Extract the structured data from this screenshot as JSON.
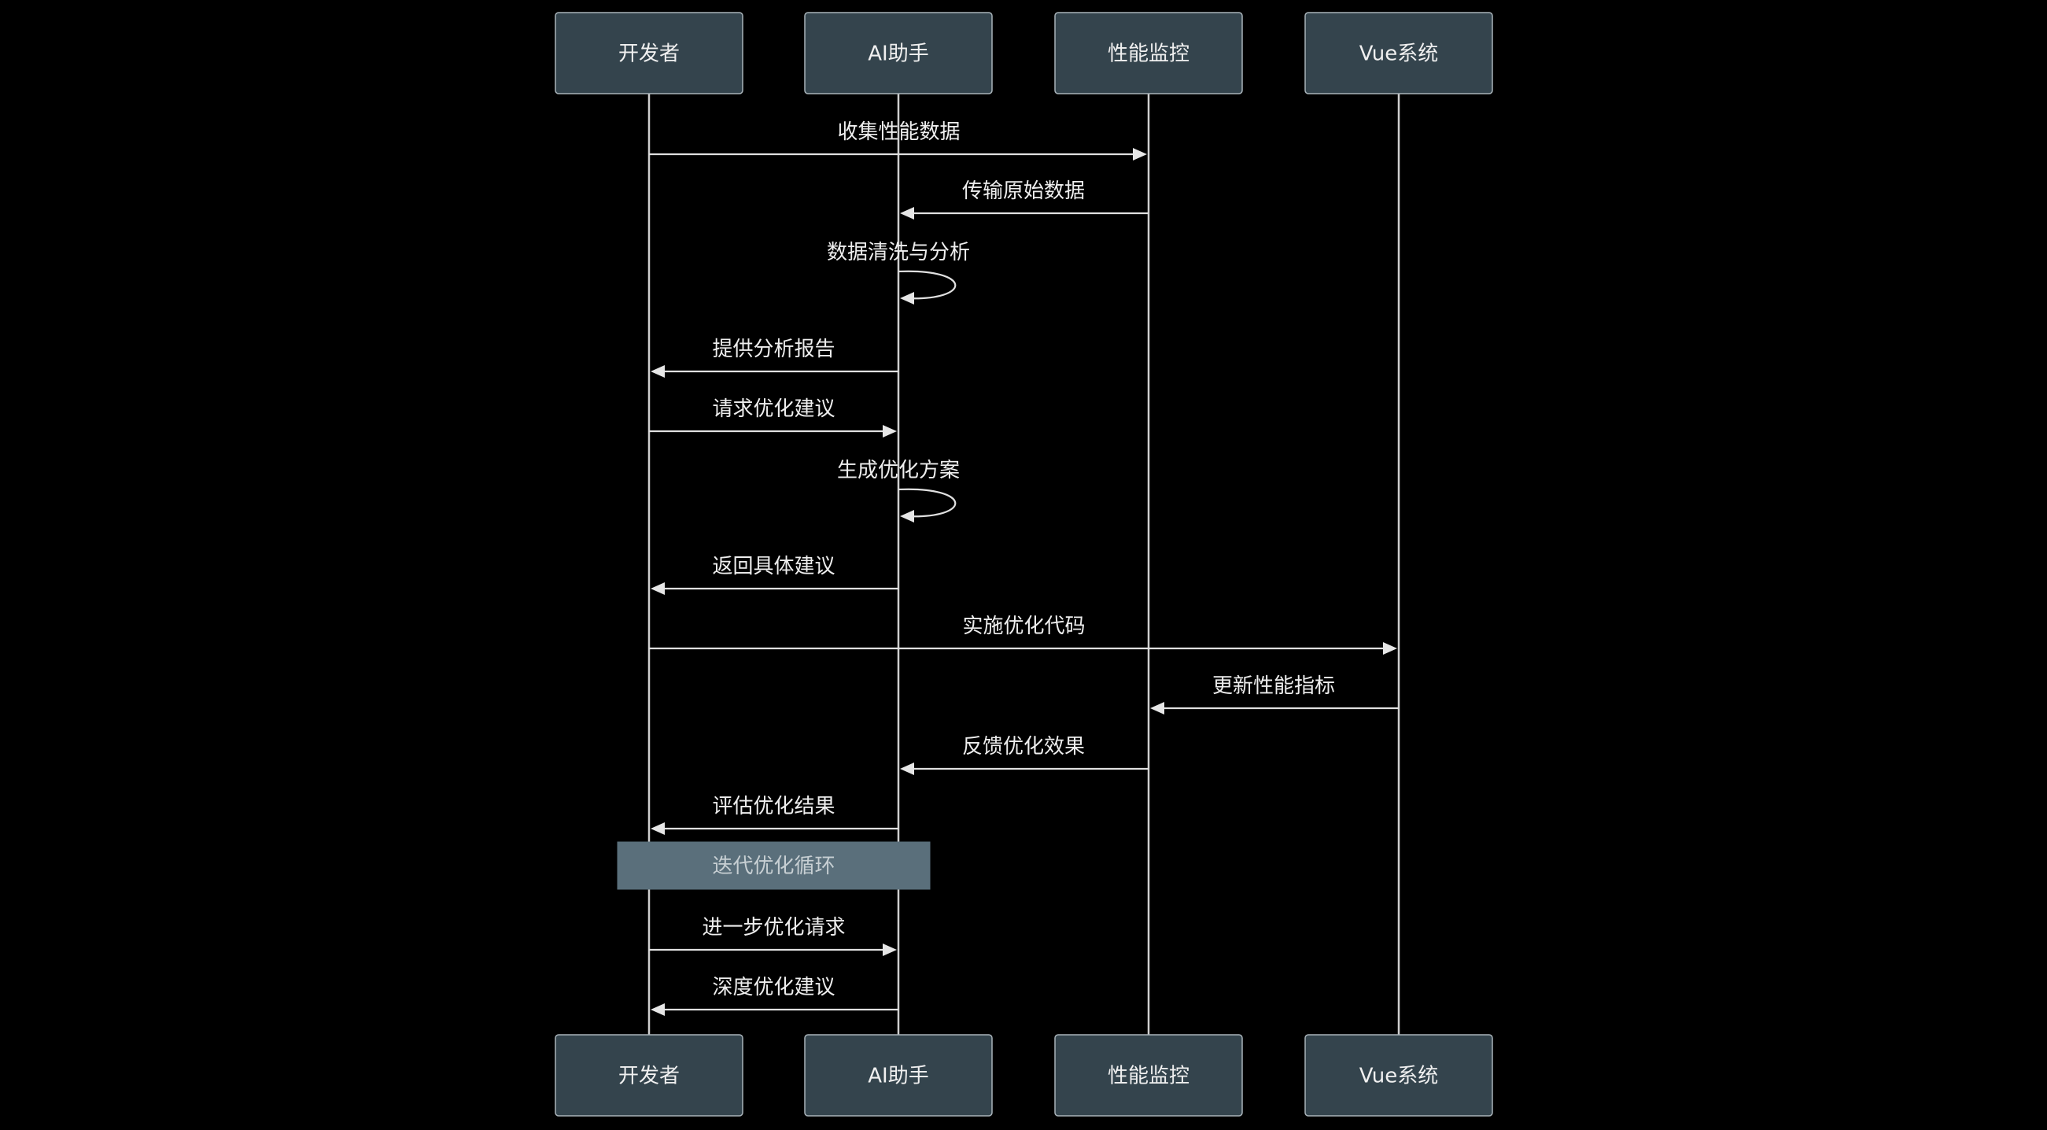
{
  "diagram": {
    "type": "sequence",
    "participants": [
      {
        "id": "dev",
        "label": "开发者"
      },
      {
        "id": "ai",
        "label": "AI助手"
      },
      {
        "id": "mon",
        "label": "性能监控"
      },
      {
        "id": "vue",
        "label": "Vue系统"
      }
    ],
    "messages": [
      {
        "from": "dev",
        "to": "mon",
        "label": "收集性能数据"
      },
      {
        "from": "mon",
        "to": "ai",
        "label": "传输原始数据"
      },
      {
        "from": "ai",
        "to": "ai",
        "label": "数据清洗与分析"
      },
      {
        "from": "ai",
        "to": "dev",
        "label": "提供分析报告"
      },
      {
        "from": "dev",
        "to": "ai",
        "label": "请求优化建议"
      },
      {
        "from": "ai",
        "to": "ai",
        "label": "生成优化方案"
      },
      {
        "from": "ai",
        "to": "dev",
        "label": "返回具体建议"
      },
      {
        "from": "dev",
        "to": "vue",
        "label": "实施优化代码"
      },
      {
        "from": "vue",
        "to": "mon",
        "label": "更新性能指标"
      },
      {
        "from": "mon",
        "to": "ai",
        "label": "反馈优化效果"
      },
      {
        "from": "ai",
        "to": "dev",
        "label": "评估优化结果"
      },
      {
        "kind": "note",
        "over": [
          "dev",
          "ai"
        ],
        "label": "迭代优化循环"
      },
      {
        "from": "dev",
        "to": "ai",
        "label": "进一步优化请求"
      },
      {
        "from": "ai",
        "to": "dev",
        "label": "深度优化建议"
      }
    ]
  },
  "colors": {
    "background": "#000000",
    "actor_fill": "#34444d",
    "actor_stroke": "#a9b4ba",
    "line": "#e0e0e0",
    "note_fill": "#5a6f7b",
    "note_text": "#c7cfd3"
  }
}
